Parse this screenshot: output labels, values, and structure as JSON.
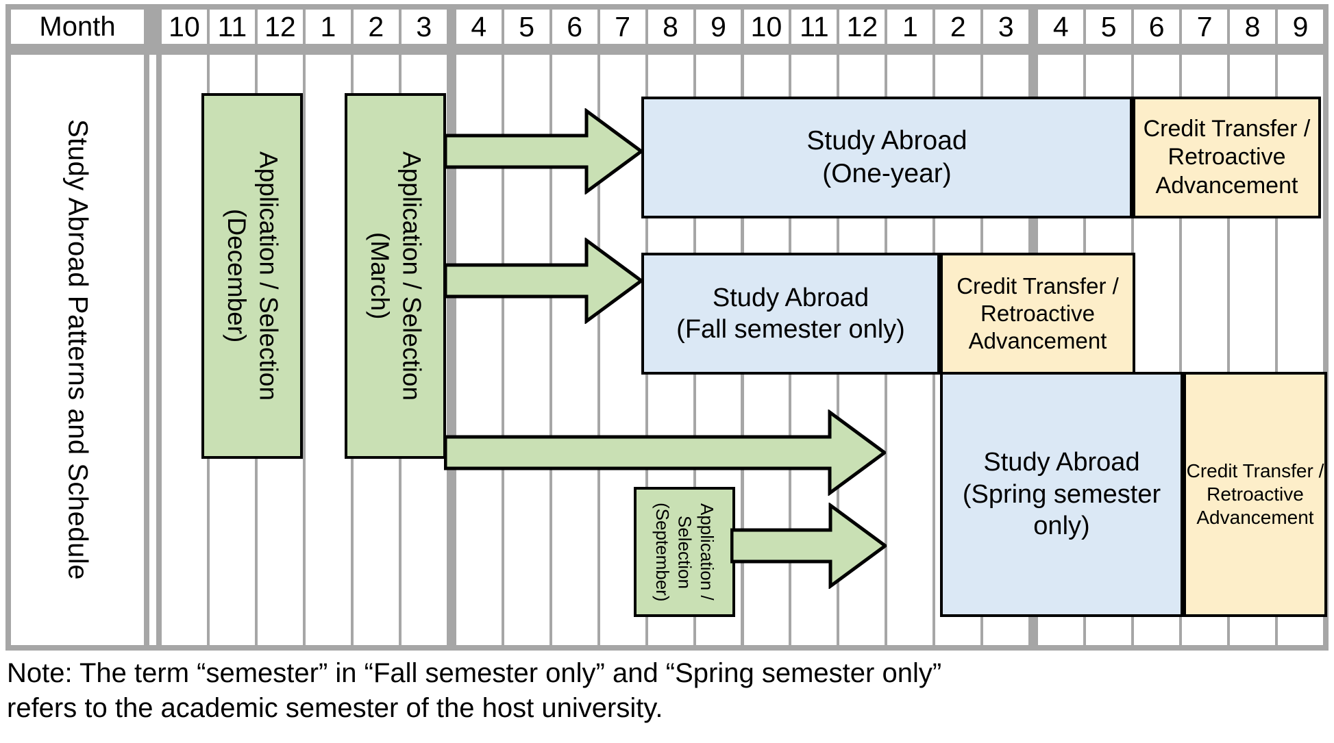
{
  "chart_data": {
    "type": "table",
    "title": "Study Abroad Patterns and Schedule",
    "xlabel": "Month",
    "categories": [
      "10",
      "11",
      "12",
      "1",
      "2",
      "3",
      "4",
      "5",
      "6",
      "7",
      "8",
      "9",
      "10",
      "11",
      "12",
      "1",
      "2",
      "3",
      "4",
      "5",
      "6",
      "7",
      "8",
      "9"
    ],
    "year_breaks_after": [
      5,
      17
    ],
    "series": [
      {
        "name": "Study Abroad (One-year)",
        "application": "Application / Selection (December)",
        "application_months": [
          "11",
          "12"
        ],
        "arrow_months": [
          "3",
          "4",
          "5",
          "6",
          "7"
        ],
        "abroad_label": "Study Abroad (One-year)",
        "abroad_months": [
          "8",
          "9",
          "10",
          "11",
          "12",
          "1",
          "2",
          "3"
        ],
        "credit_label": "Credit Transfer / Retroactive Advancement",
        "credit_months": [
          "4",
          "5",
          "6",
          "7",
          "8",
          "9"
        ]
      },
      {
        "name": "Study Abroad (Fall semester only)",
        "application": "Application / Selection (March)",
        "application_months": [
          "2",
          "3"
        ],
        "arrow_months": [
          "3",
          "4",
          "5",
          "6",
          "7"
        ],
        "abroad_label": "Study Abroad (Fall semester only)",
        "abroad_months": [
          "8",
          "9",
          "10",
          "11",
          "12"
        ],
        "credit_label": "Credit Transfer / Retroactive Advancement",
        "credit_months": [
          "1",
          "2",
          "3"
        ]
      },
      {
        "name": "Study Abroad (Spring semester only)",
        "application": "Application / Selection (September)",
        "application_months": [
          "9"
        ],
        "arrow_months": [
          "3",
          "4",
          "5",
          "6",
          "7",
          "8",
          "9",
          "10",
          "11",
          "12"
        ],
        "abroad_label": "Study Abroad (Spring semester only)",
        "abroad_months": [
          "1",
          "2",
          "3",
          "4",
          "5"
        ],
        "credit_label": "Credit Transfer / Retroactive Advancement",
        "credit_months": [
          "6",
          "7",
          "8",
          "9"
        ]
      }
    ],
    "colors": {
      "application": "#c9e0b4",
      "study_abroad": "#dbe8f5",
      "credit_transfer": "#fdeec9",
      "grid_line": "#a6a6a6",
      "outline": "#000000"
    },
    "note": "Note: The term “semester” in “Fall semester only” and “Spring semester only” refers to the academic semester of the host university."
  },
  "header": {
    "month_label": "Month",
    "months": [
      "10",
      "11",
      "12",
      "1",
      "2",
      "3",
      "4",
      "5",
      "6",
      "7",
      "8",
      "9",
      "10",
      "11",
      "12",
      "1",
      "2",
      "3",
      "4",
      "5",
      "6",
      "7",
      "8",
      "9"
    ]
  },
  "side": {
    "title": "Study Abroad Patterns and Schedule"
  },
  "boxes": {
    "app_december": "Application / Selection",
    "app_december_sub": "(December)",
    "app_march": "Application / Selection",
    "app_march_sub": "(March)",
    "app_september_l1": "Application /",
    "app_september_l2": "Selection",
    "app_september_l3": "(September)",
    "abroad_one_year_l1": "Study Abroad",
    "abroad_one_year_l2": "(One-year)",
    "abroad_fall_l1": "Study Abroad",
    "abroad_fall_l2": "(Fall semester only)",
    "abroad_spring_l1": "Study Abroad",
    "abroad_spring_l2": "(Spring semester",
    "abroad_spring_l3": "only)",
    "credit_l1": "Credit Transfer /",
    "credit_l2": "Retroactive",
    "credit_l3": "Advancement"
  },
  "note": {
    "line1": "Note: The term “semester” in “Fall semester only” and “Spring semester only”",
    "line2": "refers to the academic semester of the host university."
  }
}
